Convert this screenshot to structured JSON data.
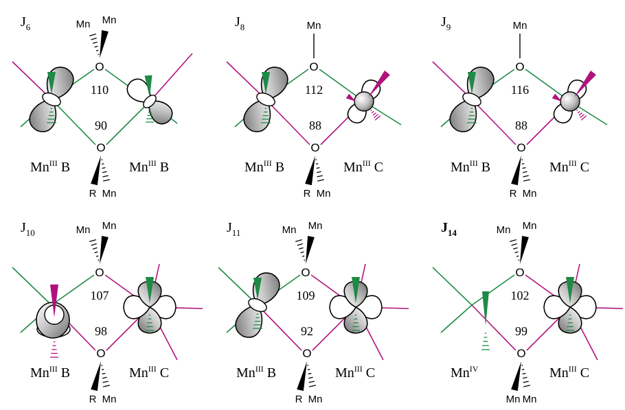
{
  "colors": {
    "green": "#1e8a45",
    "magenta": "#b0127d",
    "orbital_gradient": [
      "#ffffff",
      "#7a7a7a"
    ]
  },
  "panels": [
    {
      "id": "J6",
      "label_main": "J",
      "label_sub": "6",
      "bold": false,
      "angle_top": "110",
      "angle_bottom": "90",
      "top_ligands": [
        "Mn",
        "Mn"
      ],
      "top_single": null,
      "bottom_ligands": [
        "R",
        "Mn"
      ],
      "left_metal": {
        "base": "Mn",
        "ox": "III",
        "site": "B"
      },
      "right_metal": {
        "base": "Mn",
        "ox": "III",
        "site": "B"
      }
    },
    {
      "id": "J8",
      "label_main": "J",
      "label_sub": "8",
      "bold": false,
      "angle_top": "112",
      "angle_bottom": "88",
      "top_ligands": null,
      "top_single": "Mn",
      "bottom_ligands": [
        "R",
        "Mn"
      ],
      "left_metal": {
        "base": "Mn",
        "ox": "III",
        "site": "B"
      },
      "right_metal": {
        "base": "Mn",
        "ox": "III",
        "site": "C"
      }
    },
    {
      "id": "J9",
      "label_main": "J",
      "label_sub": "9",
      "bold": false,
      "angle_top": "116",
      "angle_bottom": "88",
      "top_ligands": null,
      "top_single": "Mn",
      "bottom_ligands": [
        "R",
        "Mn"
      ],
      "left_metal": {
        "base": "Mn",
        "ox": "III",
        "site": "B"
      },
      "right_metal": {
        "base": "Mn",
        "ox": "III",
        "site": "C"
      }
    },
    {
      "id": "J10",
      "label_main": "J",
      "label_sub": "10",
      "bold": false,
      "angle_top": "107",
      "angle_bottom": "98",
      "top_ligands": [
        "Mn",
        "Mn"
      ],
      "top_single": null,
      "bottom_ligands": [
        "R",
        "Mn"
      ],
      "left_metal": {
        "base": "Mn",
        "ox": "III",
        "site": "B"
      },
      "right_metal": {
        "base": "Mn",
        "ox": "III",
        "site": "C"
      }
    },
    {
      "id": "J11",
      "label_main": "J",
      "label_sub": "11",
      "bold": false,
      "angle_top": "109",
      "angle_bottom": "92",
      "top_ligands": [
        "Mn",
        "Mn"
      ],
      "top_single": null,
      "bottom_ligands": [
        "R",
        "Mn"
      ],
      "left_metal": {
        "base": "Mn",
        "ox": "III",
        "site": "B"
      },
      "right_metal": {
        "base": "Mn",
        "ox": "III",
        "site": "C"
      }
    },
    {
      "id": "J14",
      "label_main": "J",
      "label_sub": "14",
      "bold": true,
      "angle_top": "102",
      "angle_bottom": "99",
      "top_ligands": [
        "Mn",
        "Mn"
      ],
      "top_single": null,
      "bottom_ligands": [
        "Mn",
        "Mn"
      ],
      "left_metal": {
        "base": "Mn",
        "ox": "IV",
        "site": ""
      },
      "right_metal": {
        "base": "Mn",
        "ox": "III",
        "site": "C"
      }
    }
  ],
  "oxygen_symbol": "O"
}
